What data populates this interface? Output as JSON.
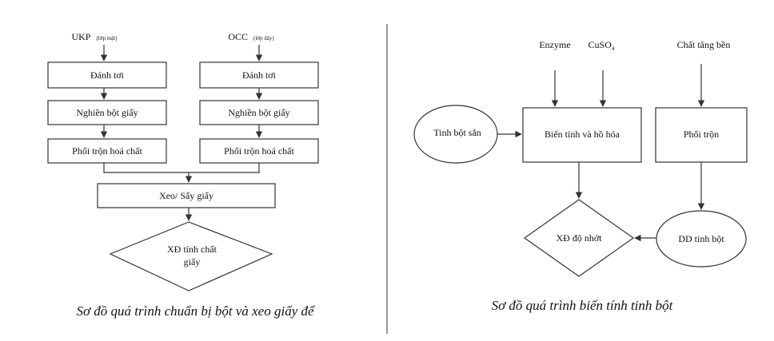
{
  "left_diagram": {
    "inputs": [
      {
        "main": "UKP",
        "sub": "(lớp mặt)"
      },
      {
        "main": "OCC",
        "sub": "(lớp đáy)"
      }
    ],
    "column_steps": [
      "Đánh tơi",
      "Nghiền bột giấy",
      "Phối trộn hoá chất"
    ],
    "merge_step": "Xeo/ Sấy giấy",
    "final_decision": {
      "line1": "XĐ tính chất",
      "line2": "giấy"
    },
    "caption": "Sơ đồ quá trình chuẩn bị bột và xeo giấy để"
  },
  "right_diagram": {
    "inputs": [
      "Enzyme",
      "CuSO",
      "Chất tăng bền"
    ],
    "start_node": "Tinh bột sắn",
    "process_modify": "Biến tính và hồ hóa",
    "process_mix": "Phối trộn",
    "solution_node": "DD tinh bột",
    "decision_node": "XĐ độ nhớt",
    "caption": "Sơ đồ quá trình biến tính tinh bột"
  },
  "colors": {
    "line": "#333333",
    "text": "#111111",
    "background": "#ffffff"
  }
}
